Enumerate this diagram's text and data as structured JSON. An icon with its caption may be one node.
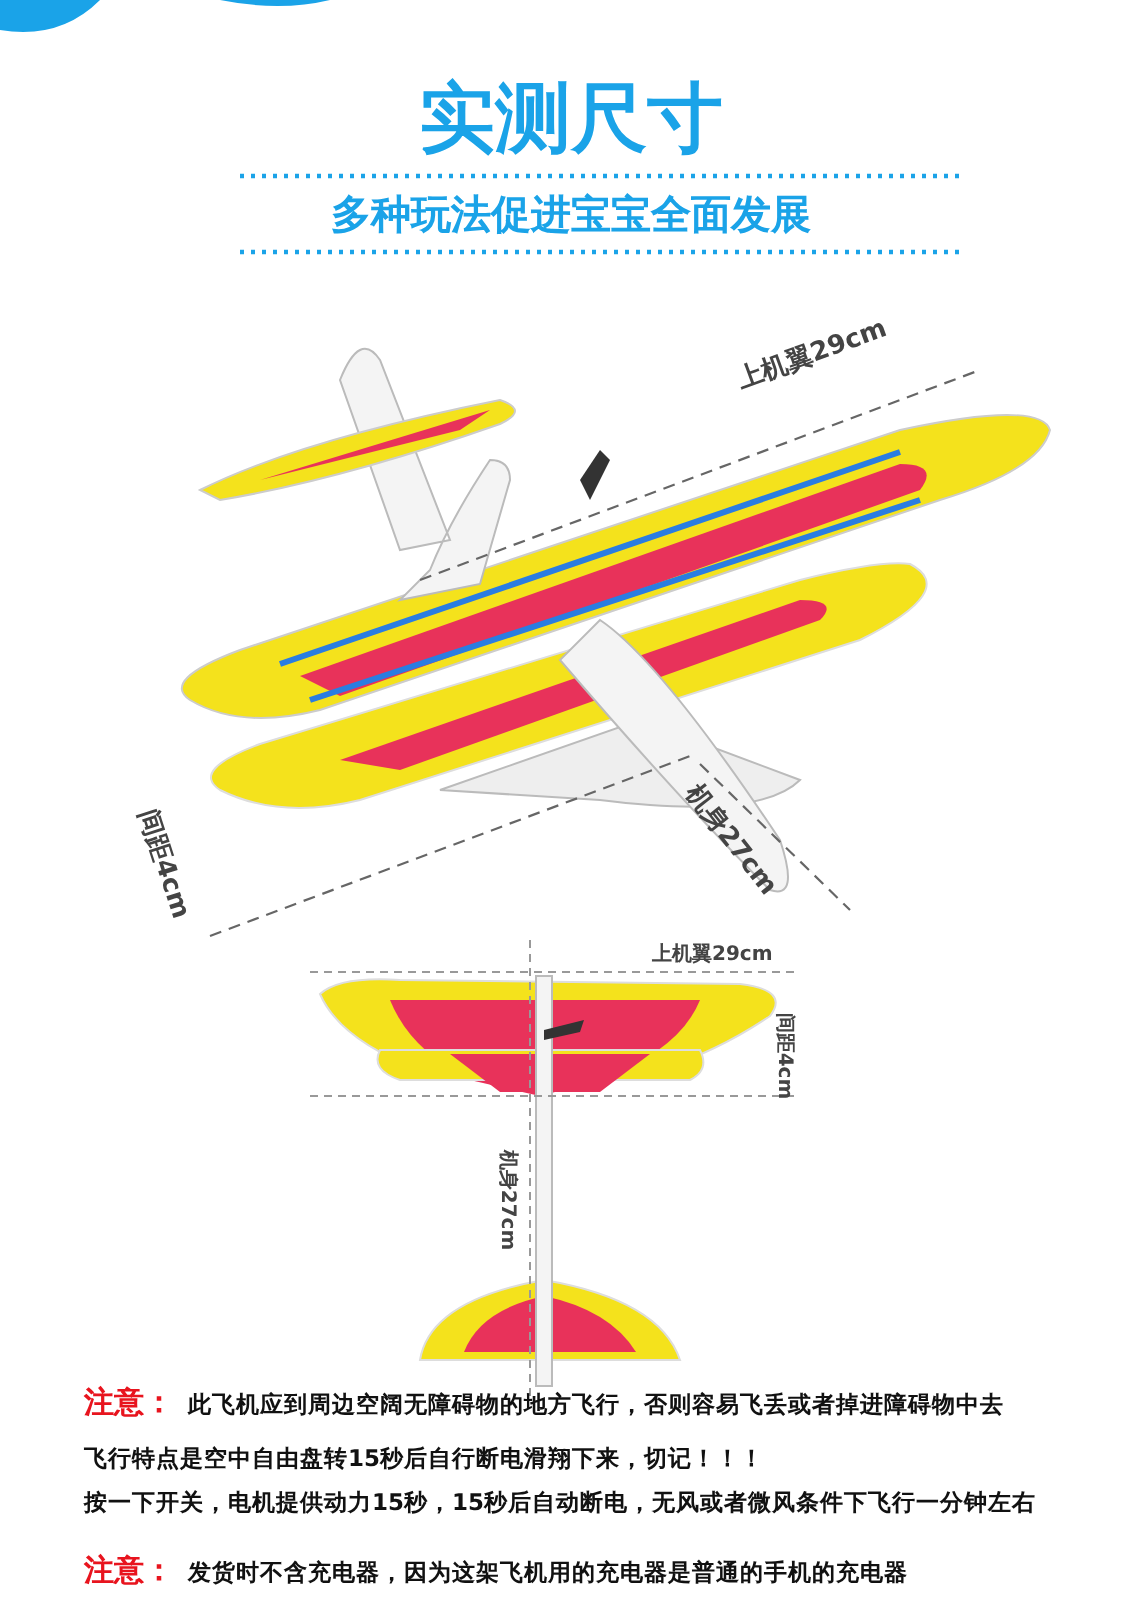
{
  "diagram": {
    "title": "实测尺寸",
    "labels": [
      "多种玩法促进宝宝全面发展",
      "上机翼29cm",
      "间距4cm",
      "机身27cm",
      "上机翼29cm",
      "间距4cm",
      "机身27cm",
      "注意：",
      "此飞机应到周边空阔无障碍物的地方飞行，否则容易飞丢或者掉进障碍物中去",
      "飞行特点是空中自由盘转15秒后自行断电滑翔下来，切记！！！",
      "按一下开关，电机提供动力15秒，15秒后自动断电，无风或者微风条件下飞行一分钟左右",
      "注意：",
      "发货时不含充电器，因为这架飞机用的充电器是普通的手机的充电器"
    ]
  }
}
